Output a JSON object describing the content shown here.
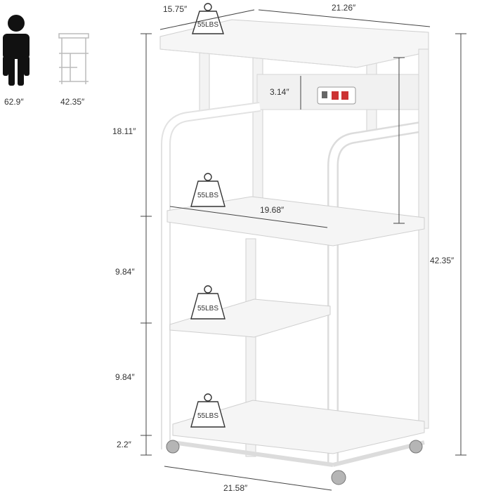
{
  "reference": {
    "person_height": "62.9″",
    "cart_height": "42.35″"
  },
  "dimensions": {
    "depth": "15.75″",
    "top_width": "21.26″",
    "upper_section": "18.11″",
    "outlet_strip": "3.14″",
    "shelf_width": "19.68″",
    "middle_gap": "9.84″",
    "lower_gap": "9.84″",
    "caster_height": "2.2″",
    "total_height": "42.35″",
    "base_width": "21.58″"
  },
  "load_labels": [
    "55LBS",
    "55LBS",
    "55LBS",
    "55LBS"
  ],
  "colors": {
    "frame": "#f4f4f4",
    "edge": "#cfcfcf",
    "line": "#444444",
    "caster": "#9a9a9a"
  }
}
